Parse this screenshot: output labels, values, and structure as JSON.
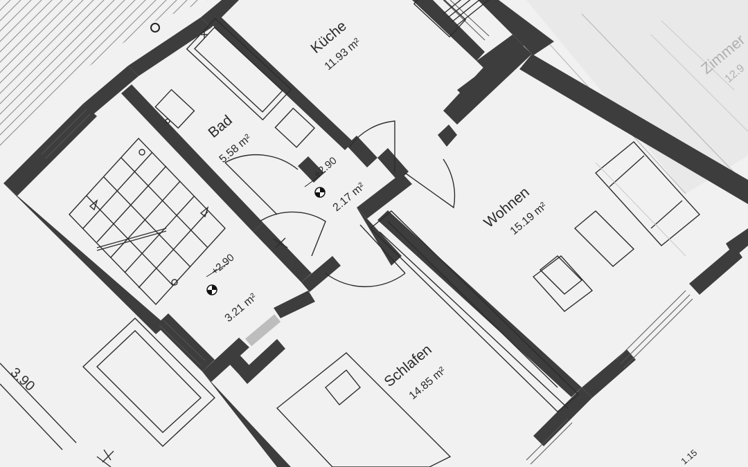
{
  "rooms": {
    "kueche": {
      "name": "Küche",
      "area": "11.93 m²"
    },
    "bad": {
      "name": "Bad",
      "area": "5.58 m²"
    },
    "flur": {
      "level": "+2.90",
      "area": "2.17 m²"
    },
    "treppenhaus": {
      "level": "+2.90",
      "area": "3.21 m²"
    },
    "wohnen": {
      "name": "Wohnen",
      "area": "15.19 m²"
    },
    "schlafen": {
      "name": "Schlafen",
      "area": "14.85 m²"
    },
    "zimmer": {
      "name": "Zimmer",
      "area": "12.9"
    }
  },
  "dimensions": {
    "left": "3.90",
    "bottom_right": "1.15"
  },
  "colors": {
    "paper": "#f1f1f1",
    "wall": "#3d3d3d",
    "line": "#2c2c2c",
    "faint": "#b9b9b9"
  }
}
